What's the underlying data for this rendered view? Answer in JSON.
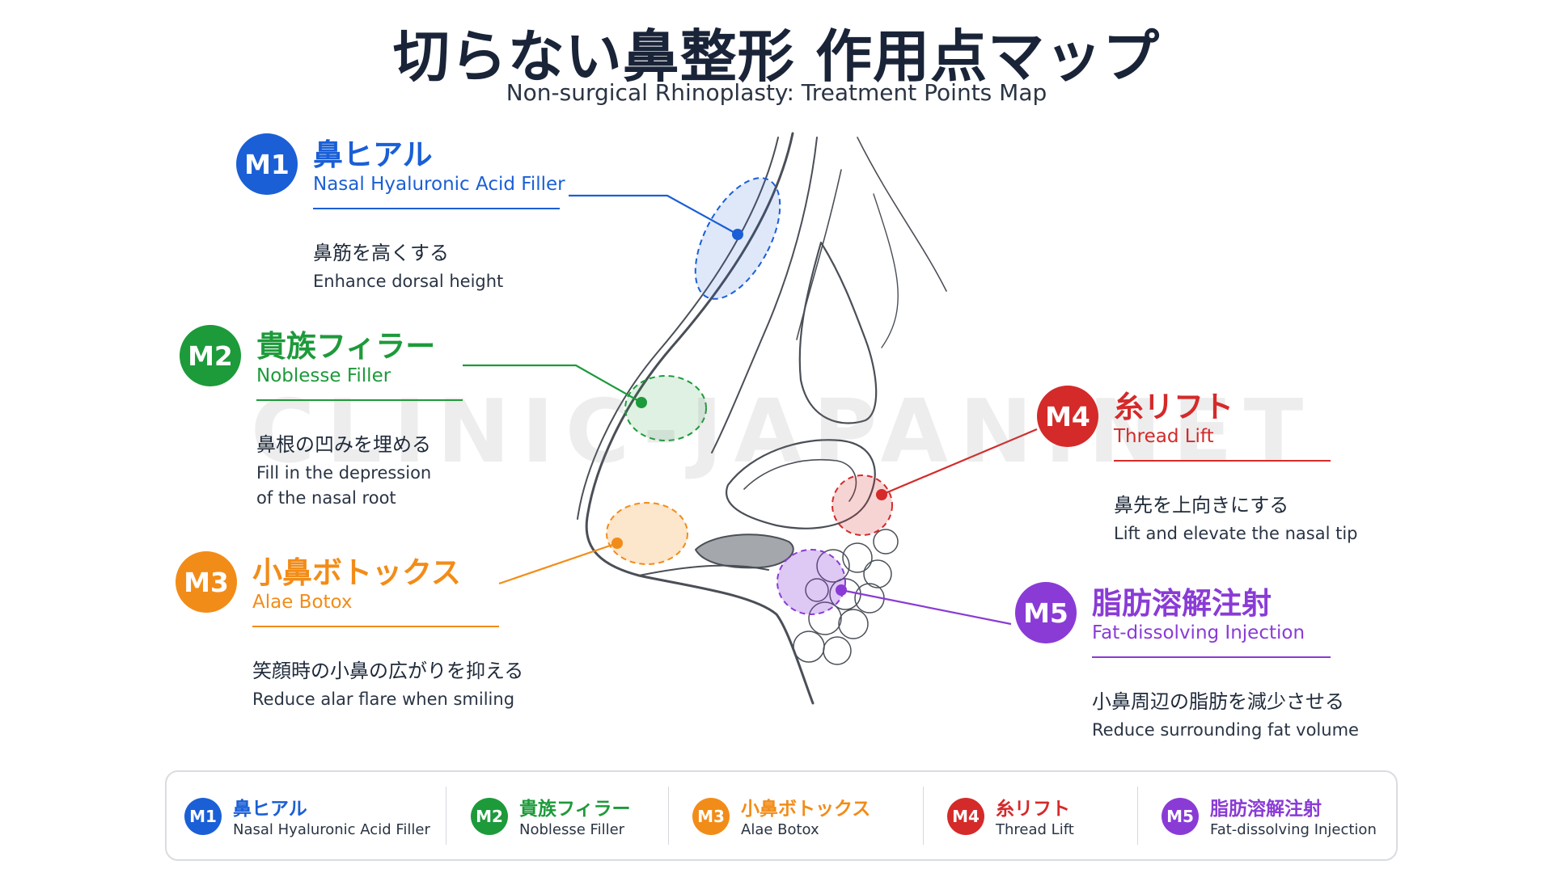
{
  "title": "切らない鼻整形 作用点マップ",
  "subtitle": "Non-surgical Rhinoplasty: Treatment Points Map",
  "watermark": "CLINIC-JAPAN.NET",
  "colors": {
    "M1": "#1a5fd6",
    "M2": "#1d9a3a",
    "M3": "#f28c18",
    "M4": "#d42a2a",
    "M5": "#8a3bd6"
  },
  "points": [
    {
      "badge": "M1",
      "title_jp": "鼻ヒアル",
      "title_en": "Nasal Hyaluronic Acid Filler",
      "desc_jp": "鼻筋を高くする",
      "desc_en": "Enhance dorsal height"
    },
    {
      "badge": "M2",
      "title_jp": "貴族フィラー",
      "title_en": "Noblesse Filler",
      "desc_jp": "鼻根の凹みを埋める",
      "desc_en": "Fill in the depression",
      "desc_en_2": "of the nasal root"
    },
    {
      "badge": "M3",
      "title_jp": "小鼻ボトックス",
      "title_en": "Alae Botox",
      "desc_jp": "笑顔時の小鼻の広がりを抑える",
      "desc_en": "Reduce alar flare when smiling"
    },
    {
      "badge": "M4",
      "title_jp": "糸リフト",
      "title_en": "Thread Lift",
      "desc_jp": "鼻先を上向きにする",
      "desc_en": "Lift and elevate the nasal tip"
    },
    {
      "badge": "M5",
      "title_jp": "脂肪溶解注射",
      "title_en": "Fat-dissolving Injection",
      "desc_jp": "小鼻周辺の脂肪を減少させる",
      "desc_en": "Reduce surrounding fat volume"
    }
  ]
}
